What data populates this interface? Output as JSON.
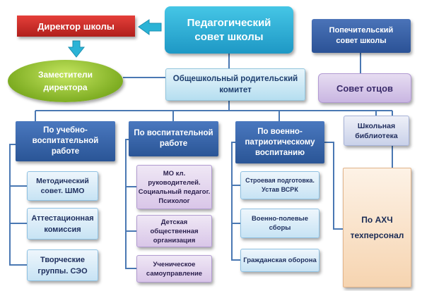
{
  "council": {
    "line1": "Педагогический",
    "line2": "совет школы"
  },
  "director": {
    "label": "Директор школы"
  },
  "trustee": {
    "line1": "Попечительский",
    "line2": "совет школы"
  },
  "deputies": {
    "line1": "Заместители",
    "line2": "директора"
  },
  "parents": {
    "line1": "Общешкольный родительский",
    "line2": "комитет"
  },
  "fathers": {
    "label": "Совет отцов"
  },
  "departments": {
    "edu": {
      "line1": "По учебно-",
      "line2": "воспитательной",
      "line3": "работе"
    },
    "upb": {
      "line1": "По воспитательной",
      "line2": "работе"
    },
    "mil": {
      "line1": "По военно-",
      "line2": "патриотическому",
      "line3": "воспитанию"
    }
  },
  "library": {
    "line1": "Школьная",
    "line2": "библиотека"
  },
  "edu_units": {
    "method": {
      "line1": "Методический",
      "line2": "совет. ШМО"
    },
    "attest": {
      "line1": "Аттестационная",
      "line2": "комиссия"
    },
    "creative": {
      "line1": "Творческие",
      "line2": "группы. СЭО"
    }
  },
  "upb_units": {
    "mo": {
      "line1": "МО кл.",
      "line2": "руководителей.",
      "line3": "Социальный педагог.",
      "line4": "Психолог"
    },
    "child": {
      "line1": "Детская",
      "line2": "общественная",
      "line3": "организация"
    },
    "self": {
      "line1": "Ученическое",
      "line2": "самоуправление"
    }
  },
  "mil_units": {
    "drill": {
      "line1": "Строевая подготовка.",
      "line2": "Устав ВСРК"
    },
    "field": {
      "line1": "Военно-полевые",
      "line2": "сборы"
    },
    "civil": {
      "label": "Гражданская оборона"
    }
  },
  "ahch": {
    "line1": "По АХЧ",
    "line2": "техперсонал"
  },
  "colors": {
    "connector": "#4a78b3",
    "arrow": "#2bb3d6",
    "council": "#2aa9d3",
    "director": "#c8302c",
    "deputies": "#94c43a",
    "department": "#3b67ad"
  }
}
